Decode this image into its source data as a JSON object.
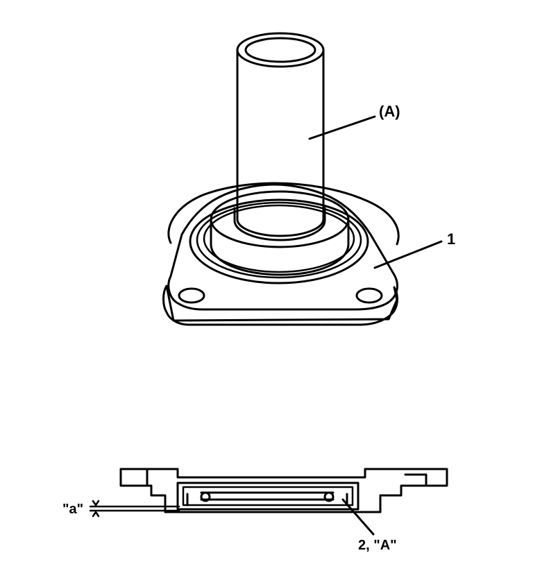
{
  "labels": {
    "tool": "(A)",
    "part_1": "1",
    "dimension": "\"a\"",
    "part_2": "2, \"A\""
  }
}
